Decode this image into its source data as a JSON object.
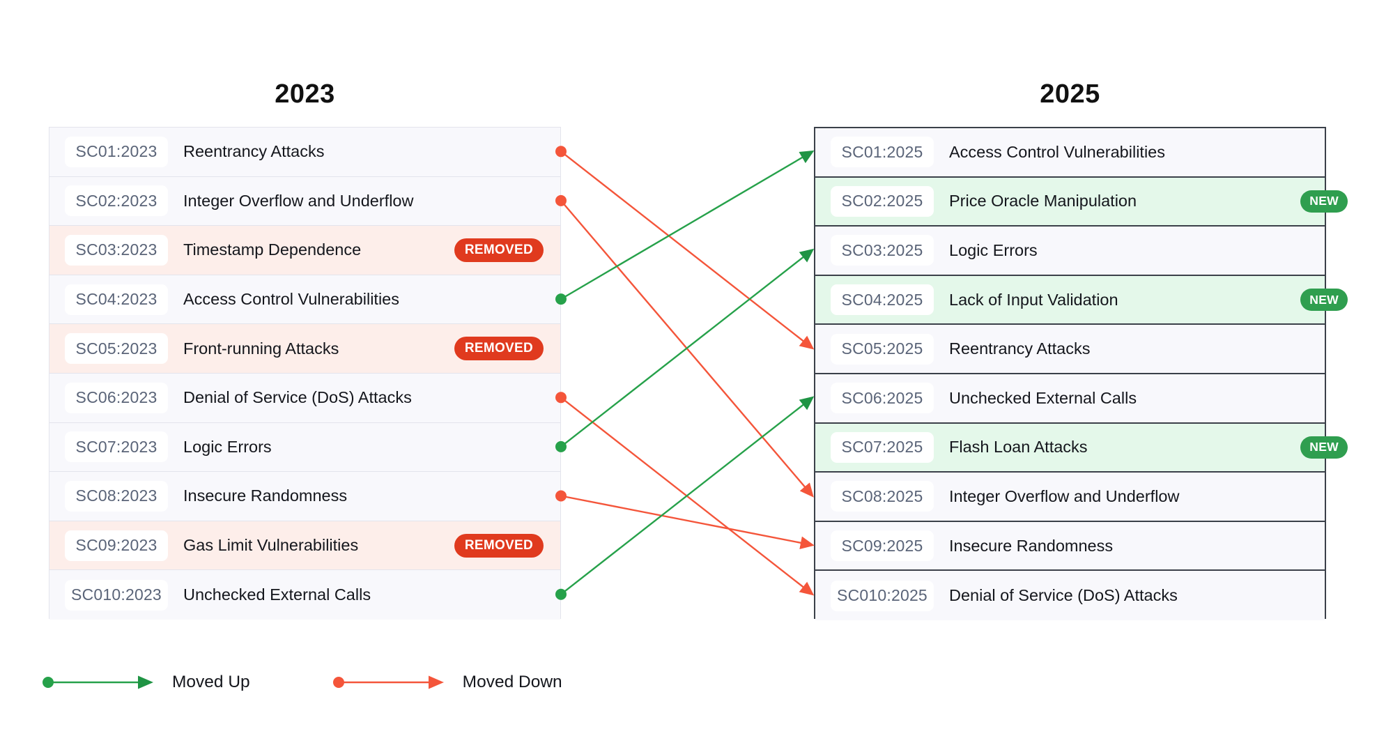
{
  "left_column": {
    "title": "2023",
    "rows": [
      {
        "code": "SC01:2023",
        "name": "Reentrancy Attacks",
        "state": "normal",
        "badge": null
      },
      {
        "code": "SC02:2023",
        "name": "Integer Overflow and Underflow",
        "state": "normal",
        "badge": null
      },
      {
        "code": "SC03:2023",
        "name": "Timestamp Dependence",
        "state": "removed",
        "badge": "REMOVED"
      },
      {
        "code": "SC04:2023",
        "name": "Access Control Vulnerabilities",
        "state": "normal",
        "badge": null
      },
      {
        "code": "SC05:2023",
        "name": "Front-running Attacks",
        "state": "removed",
        "badge": "REMOVED"
      },
      {
        "code": "SC06:2023",
        "name": "Denial of Service (DoS) Attacks",
        "state": "normal",
        "badge": null
      },
      {
        "code": "SC07:2023",
        "name": "Logic Errors",
        "state": "normal",
        "badge": null
      },
      {
        "code": "SC08:2023",
        "name": "Insecure Randomness",
        "state": "normal",
        "badge": null
      },
      {
        "code": "SC09:2023",
        "name": "Gas Limit Vulnerabilities",
        "state": "removed",
        "badge": "REMOVED"
      },
      {
        "code": "SC010:2023",
        "name": "Unchecked External Calls",
        "state": "normal",
        "badge": null
      }
    ]
  },
  "right_column": {
    "title": "2025",
    "rows": [
      {
        "code": "SC01:2025",
        "name": "Access Control Vulnerabilities",
        "state": "normal",
        "badge": null
      },
      {
        "code": "SC02:2025",
        "name": "Price Oracle Manipulation",
        "state": "new",
        "badge": "NEW"
      },
      {
        "code": "SC03:2025",
        "name": "Logic Errors",
        "state": "normal",
        "badge": null
      },
      {
        "code": "SC04:2025",
        "name": "Lack of Input Validation",
        "state": "new",
        "badge": "NEW"
      },
      {
        "code": "SC05:2025",
        "name": "Reentrancy Attacks",
        "state": "normal",
        "badge": null
      },
      {
        "code": "SC06:2025",
        "name": "Unchecked External Calls",
        "state": "normal",
        "badge": null
      },
      {
        "code": "SC07:2025",
        "name": "Flash Loan Attacks",
        "state": "new",
        "badge": "NEW"
      },
      {
        "code": "SC08:2025",
        "name": "Integer Overflow and Underflow",
        "state": "normal",
        "badge": null
      },
      {
        "code": "SC09:2025",
        "name": "Insecure Randomness",
        "state": "normal",
        "badge": null
      },
      {
        "code": "SC010:2025",
        "name": "Denial of Service (DoS) Attacks",
        "state": "normal",
        "badge": null
      }
    ]
  },
  "connections": [
    {
      "from_rank": 1,
      "to_rank": 5,
      "direction": "down"
    },
    {
      "from_rank": 2,
      "to_rank": 8,
      "direction": "down"
    },
    {
      "from_rank": 4,
      "to_rank": 1,
      "direction": "up"
    },
    {
      "from_rank": 6,
      "to_rank": 10,
      "direction": "down"
    },
    {
      "from_rank": 7,
      "to_rank": 3,
      "direction": "up"
    },
    {
      "from_rank": 8,
      "to_rank": 9,
      "direction": "down"
    },
    {
      "from_rank": 10,
      "to_rank": 6,
      "direction": "up"
    }
  ],
  "legend": {
    "items": [
      {
        "label": "Moved Up",
        "direction": "up"
      },
      {
        "label": "Moved Down",
        "direction": "down"
      }
    ]
  },
  "colors": {
    "moved_up": "#26a14a",
    "moved_down": "#f4553a",
    "removed_badge": "#e03a1e",
    "new_badge": "#2f9e4f",
    "removed_row": "#fdeeea",
    "new_row": "#e4f8ea",
    "normal_row": "#f8f8fc",
    "right_panel_border": "#3b4049",
    "left_panel_border": "#e3e4ec",
    "code_text": "#5a6478",
    "name_text": "#14161c"
  }
}
